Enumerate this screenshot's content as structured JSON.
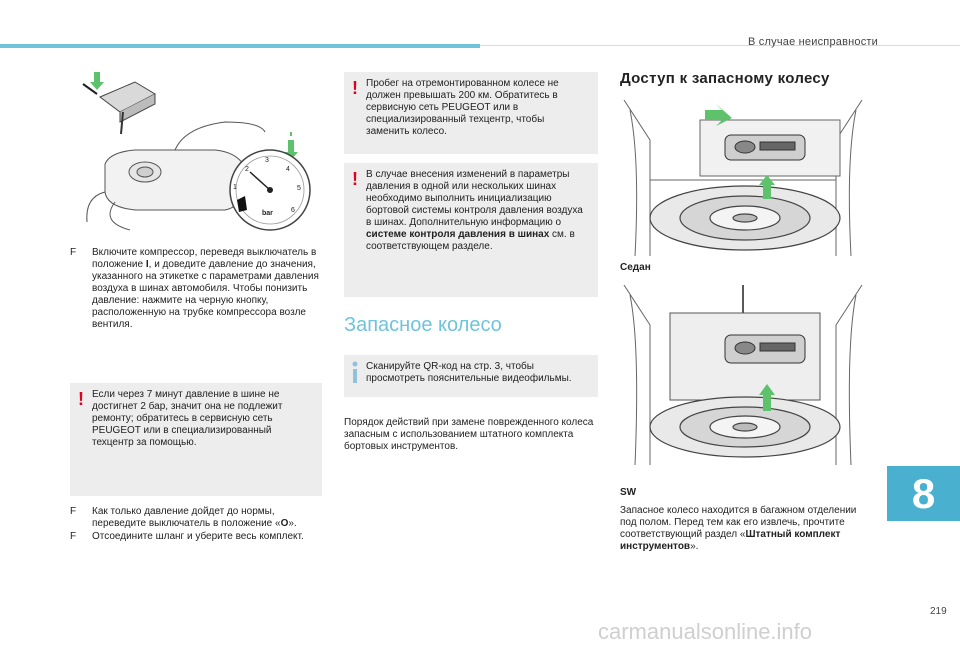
{
  "header": {
    "chapter_title": "В случае неисправности",
    "chapter_number": "8",
    "page_number": "219"
  },
  "colors": {
    "accent": "#6fc4dc",
    "warning": "#e2001a",
    "note_bg": "#ededed",
    "chapter_box": "#4ab0d0"
  },
  "left_column": {
    "gauge": {
      "ticks": [
        "1",
        "2",
        "3",
        "4",
        "5",
        "6"
      ],
      "unit": "bar"
    },
    "bullet1": "Включите компрессор, переведя выключатель в положение I, и доведите давление до значения, указанного на этикетке с параметрами давления воздуха в шинах автомобиля. Чтобы понизить давление: нажмите на черную кнопку, расположенную на трубке компрессора возле вентиля.",
    "bullet1_parts": {
      "pre": "Включите компрессор, переведя выключатель в положение ",
      "bold": "I",
      "post": ", и доведите давление до значения, указанного на этикетке с параметрами давления воздуха в шинах автомобиля. Чтобы понизить давление: нажмите на черную кнопку, расположенную на трубке компрессора возле вентиля."
    },
    "warning1": "Если через 7 минут давление в шине не достигнет 2 бар, значит она не подлежит ремонту; обратитесь в сервисную сеть PEUGEOT или в специализированный техцентр за помощью.",
    "bullet2_pre": "Как только давление дойдет до нормы, переведите выключатель в положение «",
    "bullet2_bold": "O",
    "bullet2_post": "».",
    "bullet3": "Отсоедините шланг и уберите весь комплект."
  },
  "middle_column": {
    "warning2": "Пробег на отремонтированном колесе не должен превышать 200 км. Обратитесь в сервисную сеть PEUGEOT или в специализированный техцентр, чтобы заменить колесо.",
    "warning3_pre": "В случае внесения изменений в параметры давления в одной или нескольких шинах необходимо выполнить инициализацию бортовой системы контроля давления воздуха в шинах. Дополнительную информацию о ",
    "warning3_bold": "системе контроля давления в шинах",
    "warning3_post": " см. в соответствующем разделе.",
    "section_title": "Запасное колесо",
    "info_note": "Сканируйте QR-код на стр. 3, чтобы просмотреть пояснительные видеофильмы.",
    "paragraph": "Порядок действий при замене поврежденного колеса запасным с использованием штатного комплекта бортовых инструментов."
  },
  "right_column": {
    "heading": "Доступ к запасному колесу",
    "caption_sedan": "Седан",
    "caption_sw": "SW",
    "paragraph_pre": "Запасное колесо находится в багажном отделении под полом. Перед тем как его извлечь, прочтите соответствующий раздел «",
    "paragraph_bold": "Штатный комплект инструментов",
    "paragraph_post": "»."
  },
  "watermark": "carmanualsonline.info"
}
